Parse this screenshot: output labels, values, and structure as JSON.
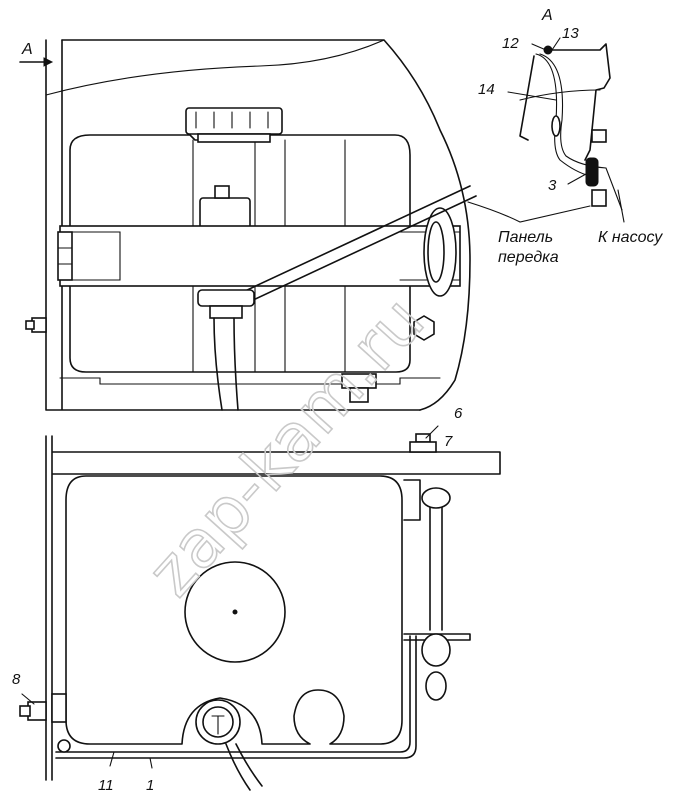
{
  "figure": {
    "view_label_top": "A",
    "view_label_inset": "A",
    "callouts": {
      "c1": "1",
      "c3": "3",
      "c6": "6",
      "c7": "7",
      "c8": "8",
      "c11": "11",
      "c12": "12",
      "c13": "13",
      "c14": "14"
    },
    "panel_label_line1": "Панель",
    "panel_label_line2": "передка",
    "pump_label": "К насосу",
    "watermark": "zap-kam.ru"
  },
  "colors": {
    "ink": "#111111",
    "watermark": "#c9c9c9"
  }
}
